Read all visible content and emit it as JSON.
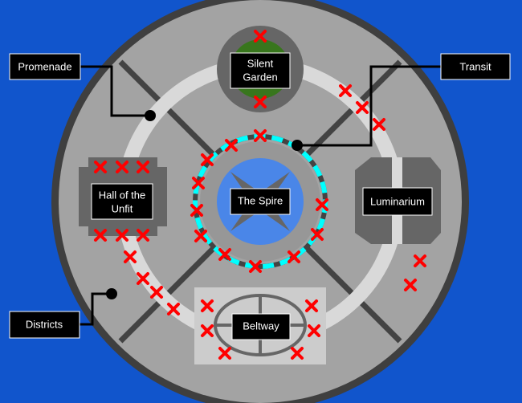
{
  "colors": {
    "ocean": "#1155cc",
    "outer_ring": "#3f3f3f",
    "ground": "#a3a3a3",
    "inner_ground": "#979797",
    "walkway": "#d9d9d9",
    "road": "#434343",
    "spire_blue": "#4a86e8",
    "teleport_ring": "#00ffff",
    "garden_green": "#38761d",
    "marker_red": "#ff0000",
    "label_bg": "#000000",
    "label_text": "#ffffff"
  },
  "locations": {
    "silent_garden": [
      "Silent",
      "Garden"
    ],
    "the_spire": "The Spire",
    "hall_of_the_unfit": [
      "Hall of the",
      "Unfit"
    ],
    "luminarium": "Luminarium",
    "beltway": "Beltway"
  },
  "callouts": {
    "promenade": "Promenade",
    "transit": "Transit",
    "districts": "Districts"
  },
  "marker_icon": "red-x-icon"
}
